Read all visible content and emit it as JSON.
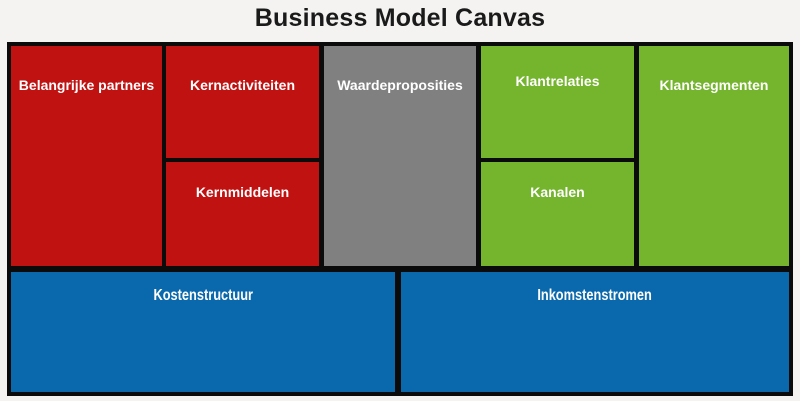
{
  "title": "Business Model Canvas",
  "colors": {
    "red": "#c11212",
    "green": "#75b42d",
    "gray": "#808080",
    "blue": "#0a69ac",
    "border": "#0b0b0b",
    "background": "#f4f3f1",
    "label_text": "#ffffff",
    "title_text": "#1a1a1a"
  },
  "canvas": {
    "blocks": {
      "belangrijke_partners": {
        "label": "Belangrijke partners",
        "color": "#c11212"
      },
      "kernactiviteiten": {
        "label": "Kernactiviteiten",
        "color": "#c11212"
      },
      "kernmiddelen": {
        "label": "Kernmiddelen",
        "color": "#c11212"
      },
      "waardeproposities": {
        "label": "Waardeproposities",
        "color": "#808080"
      },
      "klantrelaties": {
        "label": "Klantrelaties",
        "color": "#75b42d"
      },
      "kanalen": {
        "label": "Kanalen",
        "color": "#75b42d"
      },
      "klantsegmenten": {
        "label": "Klantsegmenten",
        "color": "#75b42d"
      },
      "kostenstructuur": {
        "label": "Kostenstructuur",
        "color": "#0a69ac"
      },
      "inkomstenstromen": {
        "label": "Inkomstenstromen",
        "color": "#0a69ac"
      }
    }
  }
}
